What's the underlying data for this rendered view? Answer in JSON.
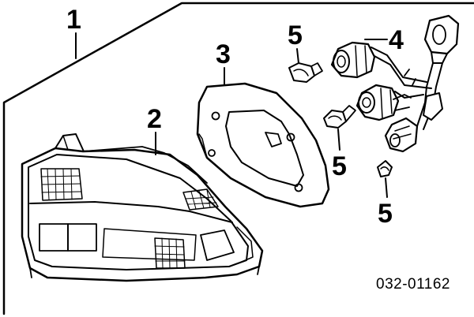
{
  "callouts": {
    "part_1": "1",
    "part_2": "2",
    "part_3": "3",
    "part_4": "4",
    "part_5_top": "5",
    "part_5_middle": "5",
    "part_5_bottom": "5"
  },
  "diagram_number": "032-01162"
}
